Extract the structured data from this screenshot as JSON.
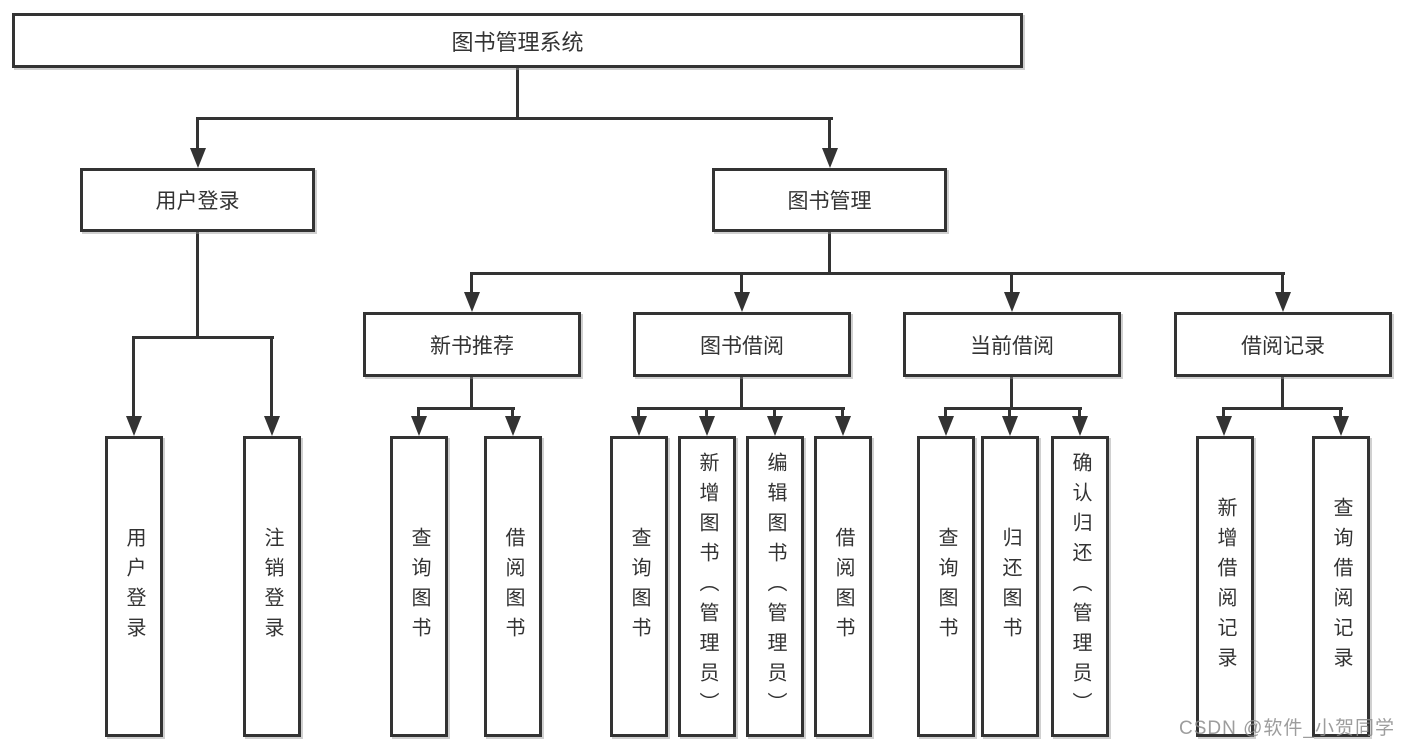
{
  "diagram_type": "hierarchy-tree",
  "tree": {
    "root": {
      "label": "图书管理系统"
    },
    "branches": [
      {
        "label": "用户登录",
        "children": [
          {
            "label": "用户登录"
          },
          {
            "label": "注销登录"
          }
        ]
      },
      {
        "label": "图书管理",
        "children": [
          {
            "label": "新书推荐",
            "children": [
              {
                "label": "查询图书"
              },
              {
                "label": "借阅图书"
              }
            ]
          },
          {
            "label": "图书借阅",
            "children": [
              {
                "label": "查询图书"
              },
              {
                "label": "新增图书（管理员）"
              },
              {
                "label": "编辑图书（管理员）"
              },
              {
                "label": "借阅图书"
              }
            ]
          },
          {
            "label": "当前借阅",
            "children": [
              {
                "label": "查询图书"
              },
              {
                "label": "归还图书"
              },
              {
                "label": "确认归还（管理员）"
              }
            ]
          },
          {
            "label": "借阅记录",
            "children": [
              {
                "label": "新增借阅记录"
              },
              {
                "label": "查询借阅记录"
              }
            ]
          }
        ]
      }
    ]
  },
  "watermark": {
    "text": "CSDN @软件_小贺同学"
  },
  "colors": {
    "line": "#333333",
    "text": "#333333",
    "background": "#ffffff",
    "watermark": "#8c8c8c"
  }
}
